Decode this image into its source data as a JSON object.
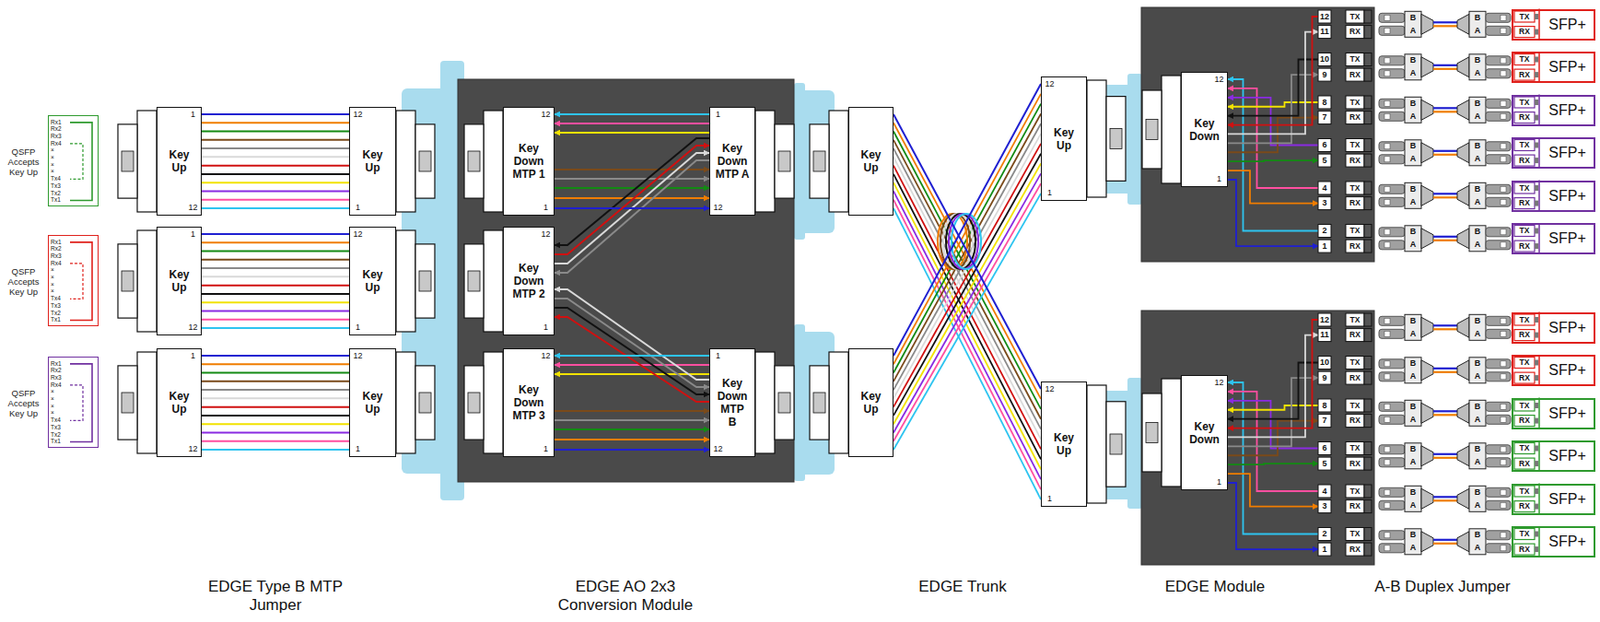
{
  "diagram": {
    "nodes": [
      {
        "text": [
          "QSFP Accepts Key Up"
        ]
      },
      {
        "text": [
          "QSFP Accepts Key Up"
        ]
      },
      {
        "text": [
          "QSFP Accepts Key Up"
        ]
      },
      {
        "text": [
          "Key Up"
        ]
      },
      {
        "text": [
          "Key Up"
        ]
      },
      {
        "text": [
          "Key Up"
        ]
      },
      {
        "text": [
          "Key Up"
        ]
      },
      {
        "text": [
          "Key Up"
        ]
      },
      {
        "text": [
          "Key Up"
        ]
      },
      {
        "text": [
          "Key Down MTP 1"
        ]
      },
      {
        "text": [
          "Key Down MTP 2"
        ]
      },
      {
        "text": [
          "Key Down MTP 3"
        ]
      },
      {
        "text": [
          "Key Down MTP A"
        ]
      },
      {
        "text": [
          "Key Down MTP B"
        ]
      },
      {
        "text": [
          "Key Up"
        ]
      },
      {
        "text": [
          "Key Up"
        ]
      },
      {
        "text": [
          "Key Up"
        ]
      },
      {
        "text": [
          "Key Up"
        ]
      },
      {
        "text": [
          "Key Down"
        ]
      },
      {
        "text": [
          "Key Down"
        ]
      },
      {
        "text": [
          "SFP+"
        ]
      },
      {
        "text": [
          "SFP+"
        ]
      },
      {
        "text": [
          "SFP+"
        ]
      },
      {
        "text": [
          "SFP+"
        ]
      },
      {
        "text": [
          "SFP+"
        ]
      },
      {
        "text": [
          "SFP+"
        ]
      },
      {
        "text": [
          "SFP+"
        ]
      },
      {
        "text": [
          "SFP+"
        ]
      },
      {
        "text": [
          "SFP+"
        ]
      },
      {
        "text": [
          "SFP+"
        ]
      },
      {
        "text": [
          "SFP+"
        ]
      },
      {
        "text": [
          "SFP+"
        ]
      }
    ],
    "edges": [
      {
        "from": 3,
        "to": 6,
        "arrow": "none"
      },
      {
        "from": 4,
        "to": 7,
        "arrow": "none"
      },
      {
        "from": 5,
        "to": 8,
        "arrow": "none"
      },
      {
        "from": 9,
        "to": 12,
        "arrow": "to"
      },
      {
        "from": 12,
        "to": 9,
        "arrow": "to"
      },
      {
        "from": 10,
        "to": 12,
        "arrow": "to"
      },
      {
        "from": 10,
        "to": 13,
        "arrow": "to"
      },
      {
        "from": 11,
        "to": 13,
        "arrow": "to"
      },
      {
        "from": 13,
        "to": 11,
        "arrow": "to"
      },
      {
        "from": 14,
        "to": 17,
        "arrow": "none"
      },
      {
        "from": 15,
        "to": 16,
        "arrow": "none"
      }
    ],
    "labels": [
      "Rx1",
      "Rx2",
      "Rx3",
      "Rx4",
      "×",
      "×",
      "×",
      "×",
      "Tx4",
      "Tx3",
      "Tx2",
      "Tx1",
      "Rx1",
      "Rx2",
      "Rx3",
      "Rx4",
      "×",
      "×",
      "×",
      "×",
      "Tx4",
      "Tx3",
      "Tx2",
      "Tx1",
      "Rx1",
      "Rx2",
      "Rx3",
      "Rx4",
      "×",
      "×",
      "×",
      "×",
      "Tx4",
      "Tx3",
      "Tx2",
      "Tx1",
      "1",
      "12",
      "1",
      "12",
      "1",
      "12",
      "12",
      "1",
      "12",
      "1",
      "12",
      "1",
      "12",
      "1",
      "12",
      "1",
      "12",
      "1",
      "1",
      "12",
      "1",
      "12",
      "12",
      "1",
      "12",
      "1",
      "12",
      "1",
      "12",
      "1",
      "12",
      "TX",
      "11",
      "RX",
      "10",
      "TX",
      "9",
      "RX",
      "8",
      "TX",
      "7",
      "RX",
      "6",
      "TX",
      "5",
      "RX",
      "4",
      "TX",
      "3",
      "RX",
      "2",
      "TX",
      "1",
      "RX",
      "12",
      "TX",
      "11",
      "RX",
      "10",
      "TX",
      "9",
      "RX",
      "8",
      "TX",
      "7",
      "RX",
      "6",
      "TX",
      "5",
      "RX",
      "4",
      "TX",
      "3",
      "RX",
      "2",
      "TX",
      "1",
      "RX",
      "B",
      "A",
      "B",
      "A",
      "B",
      "A",
      "B",
      "A",
      "B",
      "A",
      "B",
      "A",
      "B",
      "A",
      "B",
      "A",
      "B",
      "A",
      "B",
      "A",
      "B",
      "A",
      "B",
      "A",
      "B",
      "A",
      "B",
      "A",
      "B",
      "A",
      "B",
      "A",
      "B",
      "A",
      "B",
      "A",
      "B",
      "A",
      "B",
      "A",
      "B",
      "A",
      "B",
      "A",
      "B",
      "A",
      "B",
      "A",
      "TX",
      "RX",
      "TX",
      "RX",
      "TX",
      "RX",
      "TX",
      "RX",
      "TX",
      "RX",
      "TX",
      "RX",
      "TX",
      "RX",
      "TX",
      "RX",
      "TX",
      "RX",
      "TX",
      "RX",
      "TX",
      "RX",
      "TX",
      "RX",
      "EDGE Type B MTP Jumper",
      "EDGE AO 2x3 Conversion Module",
      "EDGE Trunk",
      "EDGE Module",
      "A-B Duplex Jumper"
    ]
  }
}
